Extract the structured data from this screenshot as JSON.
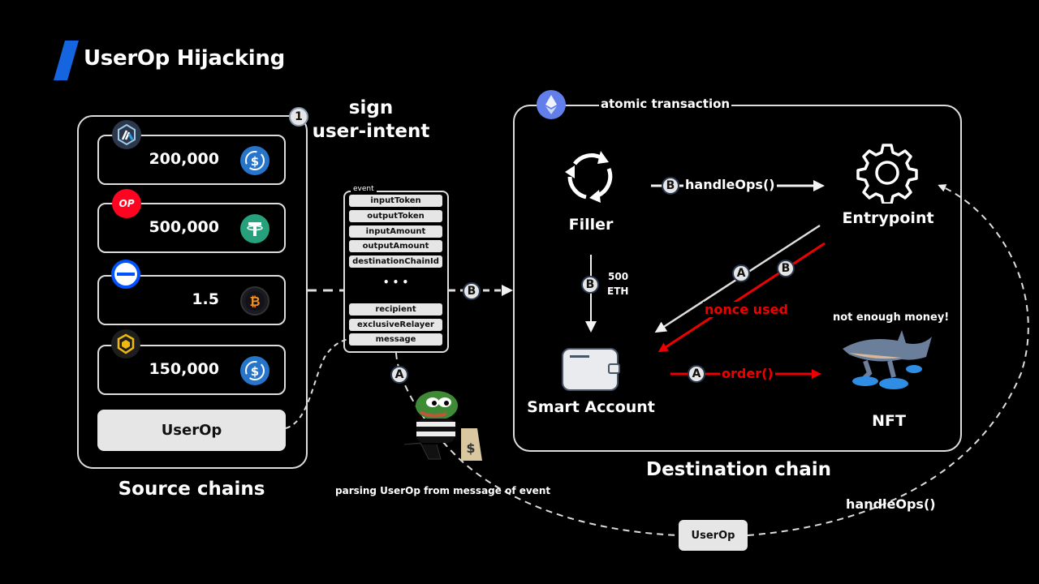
{
  "header": {
    "title": "UserOp Hijacking",
    "accent_color": "#1565e0"
  },
  "source": {
    "label": "Source chains",
    "step_number": "1",
    "chains": [
      {
        "chain_icon": "arbitrum-icon",
        "amount": "200,000",
        "token_icon": "usdc-icon"
      },
      {
        "chain_icon": "optimism-icon",
        "chain_text": "OP",
        "amount": "500,000",
        "token_icon": "usdt-icon"
      },
      {
        "chain_icon": "base-icon",
        "amount": "1.5",
        "token_icon": "bitcoin-icon"
      },
      {
        "chain_icon": "bnb-icon",
        "amount": "150,000",
        "token_icon": "usdc-icon"
      }
    ],
    "userop_label": "UserOp"
  },
  "sign": {
    "line1": "sign",
    "line2": "user-intent"
  },
  "event": {
    "label": "event",
    "fields_top": [
      "inputToken",
      "outputToken",
      "inputAmount",
      "outputAmount",
      "destinationChainId"
    ],
    "ellipsis": "• • •",
    "fields_bottom": [
      "recipient",
      "exclusiveRelayer",
      "message"
    ]
  },
  "destination": {
    "label": "Destination chain",
    "atomic_label": "atomic transaction",
    "filler_label": "Filler",
    "entrypoint_label": "Entrypoint",
    "smart_account_label": "Smart Account",
    "nft_label": "NFT",
    "handleops_label": "handleOps()",
    "transfer_amount": "500",
    "transfer_unit": "ETH",
    "nonce_used_label": "nonce used",
    "order_label": "order()",
    "not_enough_label": "not enough money!",
    "danger_color": "#ee0000"
  },
  "steps": {
    "a": "A",
    "b": "B"
  },
  "attacker": {
    "caption": "parsing UserOp from message of event",
    "userop_label": "UserOp",
    "handleops_label": "handleOps()"
  }
}
